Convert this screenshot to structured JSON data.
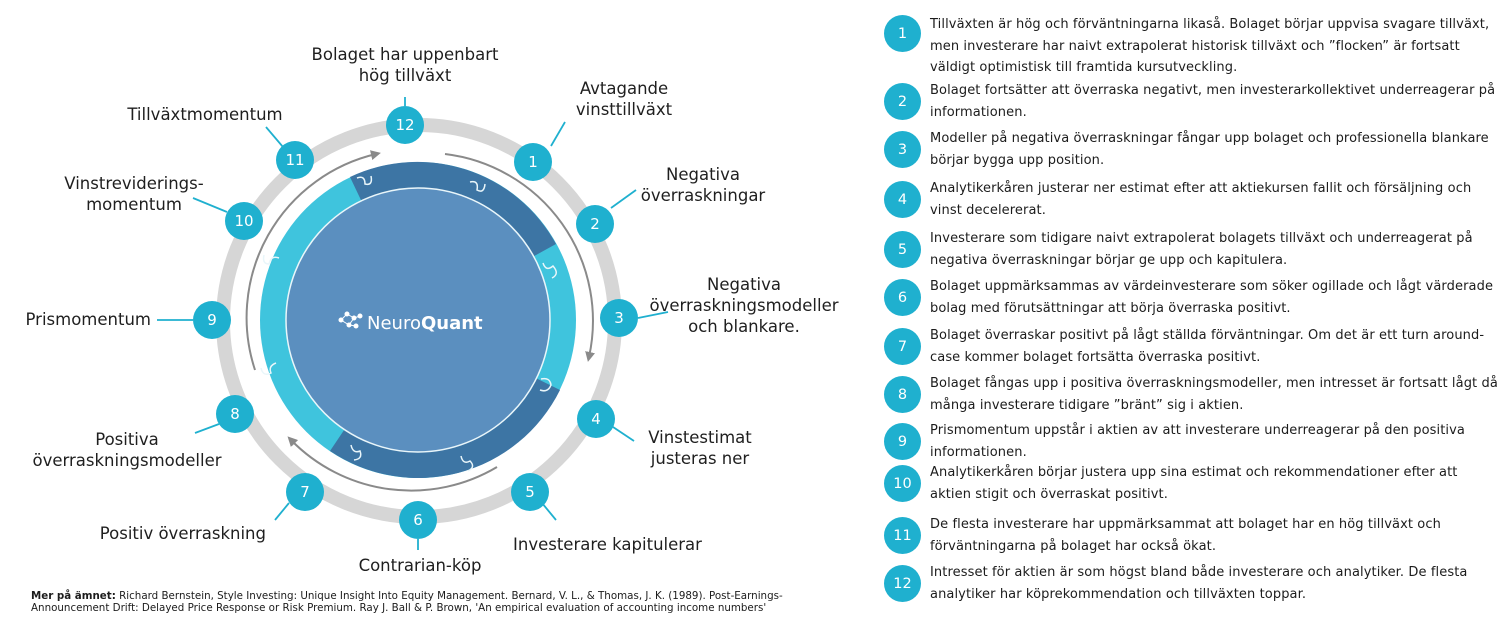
{
  "brand": {
    "name_part1": "Neuro",
    "name_part2": "Quant",
    "logo_icon": "brain-network-icon"
  },
  "colors": {
    "accent": "#1fb0cf",
    "ring": "#d6d6d6",
    "arrow": "#8a8a8a",
    "inner_dark": "#4a7fae",
    "inner_light": "#3fc4dd"
  },
  "cycle": [
    {
      "number": "1",
      "label": "Avtagande\nvinsttillväxt"
    },
    {
      "number": "2",
      "label": "Negativa\növerraskningar"
    },
    {
      "number": "3",
      "label": "Negativa\növerraskningsmodeller\noch blankare."
    },
    {
      "number": "4",
      "label": "Vinstestimat\njusteras ner"
    },
    {
      "number": "5",
      "label": "Investerare kapitulerar"
    },
    {
      "number": "6",
      "label": "Contrarian-köp"
    },
    {
      "number": "7",
      "label": "Positiv överraskning"
    },
    {
      "number": "8",
      "label": "Positiva\növerraskningsmodeller"
    },
    {
      "number": "9",
      "label": "Prismomentum"
    },
    {
      "number": "10",
      "label": "Vinstreviderings-\nmomentum"
    },
    {
      "number": "11",
      "label": "Tillväxtmomentum"
    },
    {
      "number": "12",
      "label": "Bolaget har uppenbart\nhög tillväxt"
    }
  ],
  "legend": [
    {
      "number": "1",
      "text": "Tillväxten är hög och förväntningarna likaså. Bolaget börjar uppvisa svagare tillväxt, men investerare har naivt extrapolerat historisk tillväxt och ”flocken” är fortsatt väldigt optimistisk till framtida kursutveckling."
    },
    {
      "number": "2",
      "text": "Bolaget fortsätter att överraska negativt, men investerarkollektivet underreagerar på informationen."
    },
    {
      "number": "3",
      "text": "Modeller på negativa överraskningar fångar upp bolaget och professionella blankare börjar bygga upp position."
    },
    {
      "number": "4",
      "text": "Analytikerkåren justerar ner estimat efter att aktiekursen fallit och försäljning och vinst decelererat."
    },
    {
      "number": "5",
      "text": "Investerare som tidigare naivt extrapolerat bolagets tillväxt och underreagerat på negativa överraskningar börjar ge upp och kapitulera."
    },
    {
      "number": "6",
      "text": "Bolaget uppmärksammas av värdeinvesterare som söker ogillade och lågt värderade bolag med förutsättningar att börja överraska positivt."
    },
    {
      "number": "7",
      "text": "Bolaget överraskar positivt på lågt ställda förväntningar. Om det är ett turn around-case kommer bolaget fortsätta överraska positivt."
    },
    {
      "number": "8",
      "text": "Bolaget fångas upp i positiva överraskningsmodeller, men intresset är fortsatt lågt då många investerare tidigare ”bränt” sig i aktien."
    },
    {
      "number": "9",
      "text": "Prismomentum uppstår i aktien av att investerare underreagerar på den positiva informationen."
    },
    {
      "number": "10",
      "text": "Analytikerkåren börjar justera upp sina estimat och rekommendationer efter att aktien stigit och överraskat positivt."
    },
    {
      "number": "11",
      "text": "De flesta investerare har uppmärksammat att bolaget har en hög tillväxt och förväntningarna på bolaget har också ökat."
    },
    {
      "number": "12",
      "text": "Intresset för aktien är som högst bland både investerare och analytiker. De flesta analytiker har köprekommendation och tillväxten toppar."
    }
  ],
  "references": {
    "heading": "Mer på ämnet:",
    "text": " Richard Bernstein, Style Investing: Unique Insight Into Equity Management. Bernard, V. L., & Thomas, J. K. (1989). Post-Earnings-Announcement Drift: Delayed Price Response or Risk Premium. Ray J. Ball & P. Brown, 'An empirical evaluation of accounting income numbers'"
  }
}
